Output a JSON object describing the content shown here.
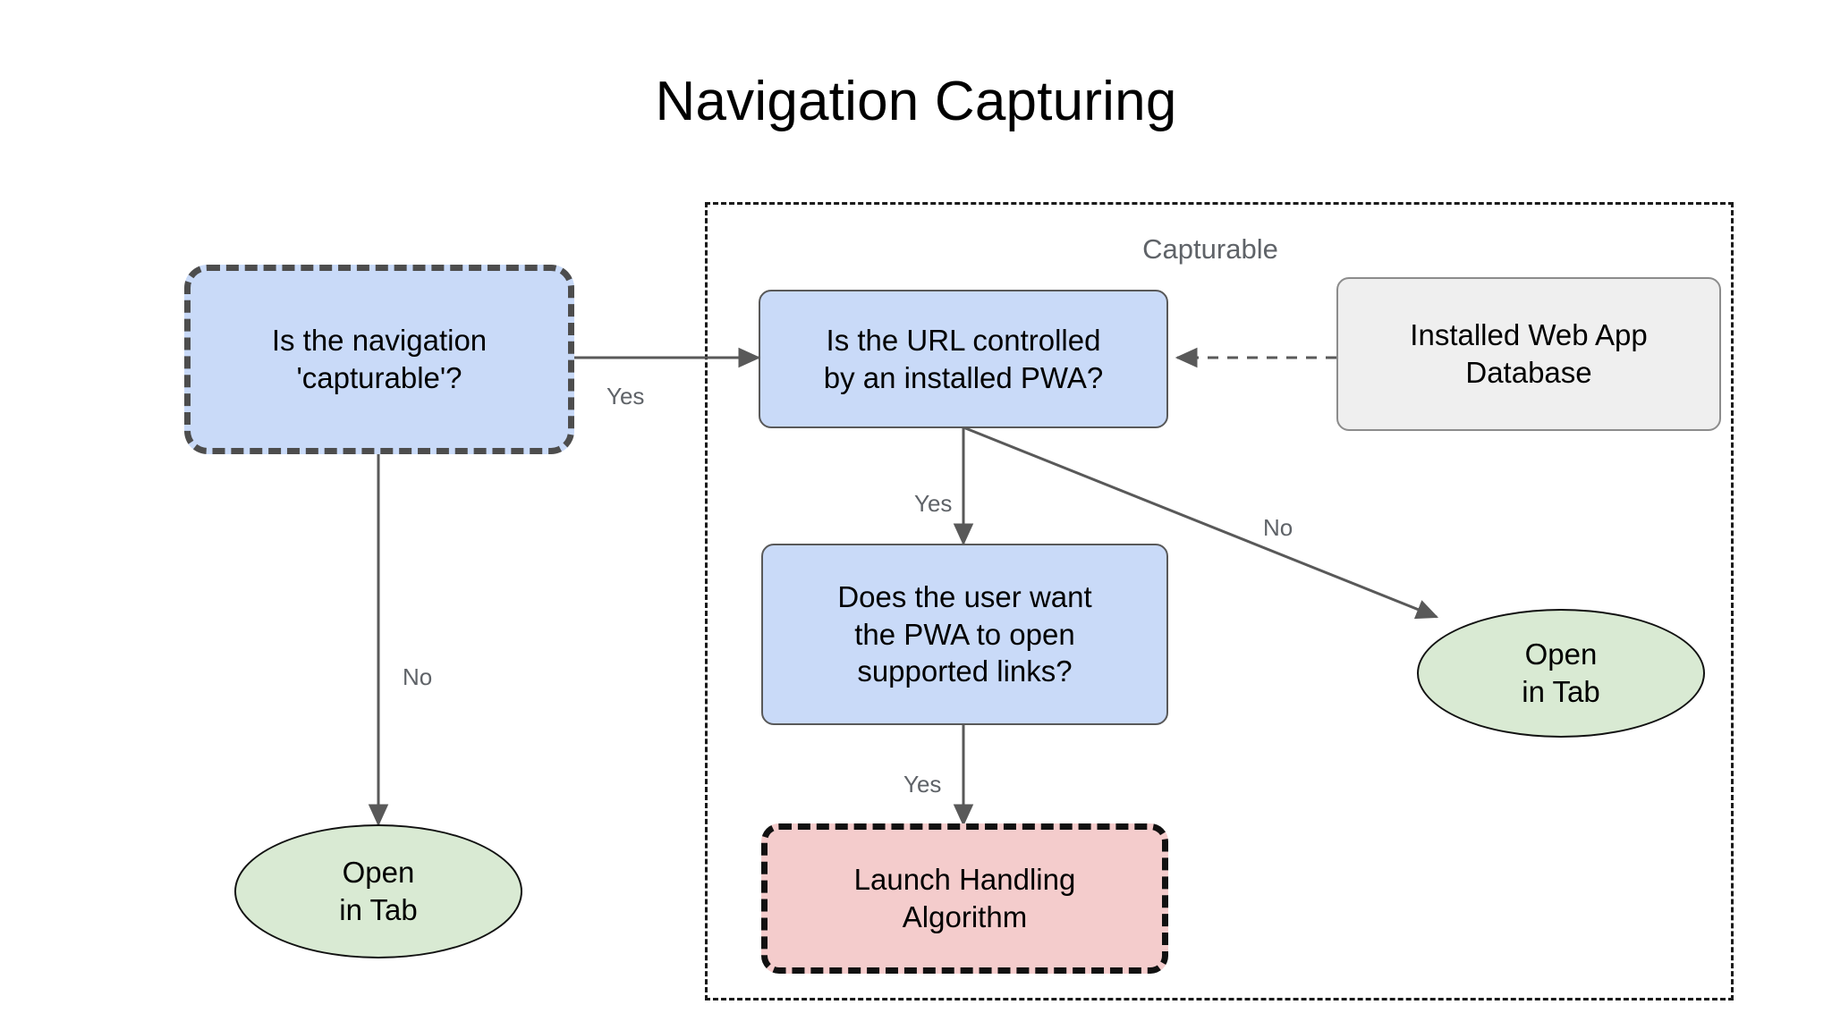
{
  "page": {
    "title": "Navigation Capturing",
    "background_color": "#ffffff"
  },
  "group": {
    "label": "Capturable",
    "border_style": "dashed",
    "border_color": "#1a1a1a"
  },
  "colors": {
    "decision_fill": "#c9daf8",
    "decision_stroke": "#595959",
    "emphasis_stroke": "#4d4d4d",
    "database_fill": "#efefef",
    "database_stroke": "#8c8c8c",
    "terminal_fill": "#d9ead3",
    "terminal_stroke": "#111111",
    "process_fill": "#f4cccc",
    "process_stroke": "#111111",
    "edge_color": "#595959",
    "label_color": "#5f6368"
  },
  "nodes": {
    "is_capturable": {
      "label": "Is the navigation\n'capturable'?",
      "shape": "rounded-rect-dashed",
      "fill": "#c9daf8"
    },
    "url_controlled": {
      "label": "Is the URL controlled\nby an installed PWA?",
      "shape": "rounded-rect",
      "fill": "#c9daf8"
    },
    "installed_db": {
      "label": "Installed Web App\nDatabase",
      "shape": "rounded-rect",
      "fill": "#efefef"
    },
    "user_wants_pwa": {
      "label": "Does the user want\nthe PWA to open\nsupported links?",
      "shape": "rounded-rect",
      "fill": "#c9daf8"
    },
    "launch_handling": {
      "label": "Launch Handling\nAlgorithm",
      "shape": "rounded-rect-dashed",
      "fill": "#f4cccc"
    },
    "open_in_tab_left": {
      "label": "Open\nin Tab",
      "shape": "ellipse",
      "fill": "#d9ead3"
    },
    "open_in_tab_right": {
      "label": "Open\nin Tab",
      "shape": "ellipse",
      "fill": "#d9ead3"
    }
  },
  "edges": [
    {
      "id": "capturable-yes",
      "from": "is_capturable",
      "to": "url_controlled",
      "label": "Yes",
      "style": "solid"
    },
    {
      "id": "capturable-no",
      "from": "is_capturable",
      "to": "open_in_tab_left",
      "label": "No",
      "style": "solid"
    },
    {
      "id": "url-yes",
      "from": "url_controlled",
      "to": "user_wants_pwa",
      "label": "Yes",
      "style": "solid"
    },
    {
      "id": "url-no",
      "from": "url_controlled",
      "to": "open_in_tab_right",
      "label": "No",
      "style": "solid"
    },
    {
      "id": "user-yes",
      "from": "user_wants_pwa",
      "to": "launch_handling",
      "label": "Yes",
      "style": "solid"
    },
    {
      "id": "db-lookup",
      "from": "installed_db",
      "to": "url_controlled",
      "label": "",
      "style": "dashed"
    }
  ],
  "edge_labels": {
    "capturable_yes": "Yes",
    "capturable_no": "No",
    "url_yes": "Yes",
    "url_no": "No",
    "user_yes": "Yes"
  }
}
